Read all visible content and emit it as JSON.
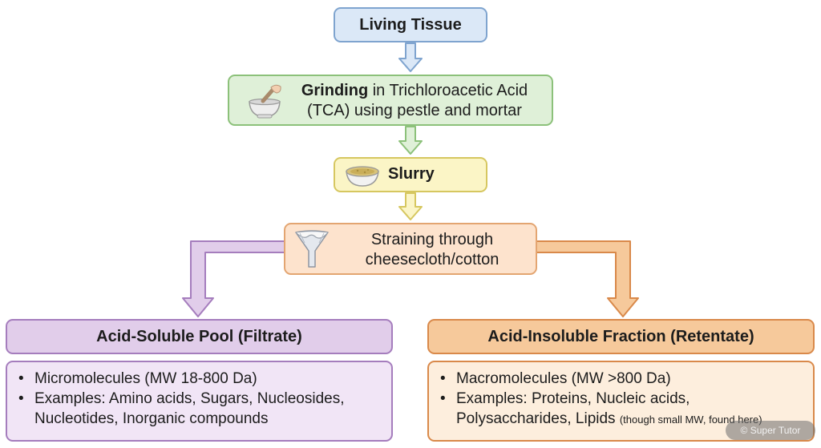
{
  "nodes": {
    "living": "Living Tissue",
    "grinding_bold": "Grinding",
    "grinding_line1_rest": " in Trichloroacetic Acid",
    "grinding_line2": "(TCA) using pestle and mortar",
    "slurry": "Slurry",
    "straining_line1": "Straining through",
    "straining_line2": "cheesecloth/cotton"
  },
  "soluble": {
    "title": "Acid-Soluble Pool (Filtrate)",
    "bullet1": "Micromolecules (MW 18-800 Da)",
    "bullet2_line1": "Examples: Amino acids, Sugars, Nucleosides,",
    "bullet2_line2": "Nucleotides, Inorganic compounds"
  },
  "insoluble": {
    "title": "Acid-Insoluble Fraction (Retentate)",
    "bullet1": "Macromolecules (MW >800 Da)",
    "bullet2_line1": "Examples: Proteins, Nucleic acids,",
    "bullet2_line2": "Polysaccharides, Lipids",
    "bullet2_note": "(though small MW, found here)"
  },
  "bullet_symbol": "•",
  "watermark": "© Super Tutor",
  "colors": {
    "blue": "#7fa4cf",
    "green": "#8cc17a",
    "yellow": "#d6c760",
    "orange": "#e3a571",
    "purple": "#a57dbd",
    "dark_orange": "#d9894a"
  },
  "icons": [
    "mortar-pestle-icon",
    "slurry-bowl-icon",
    "funnel-cheesecloth-icon"
  ]
}
